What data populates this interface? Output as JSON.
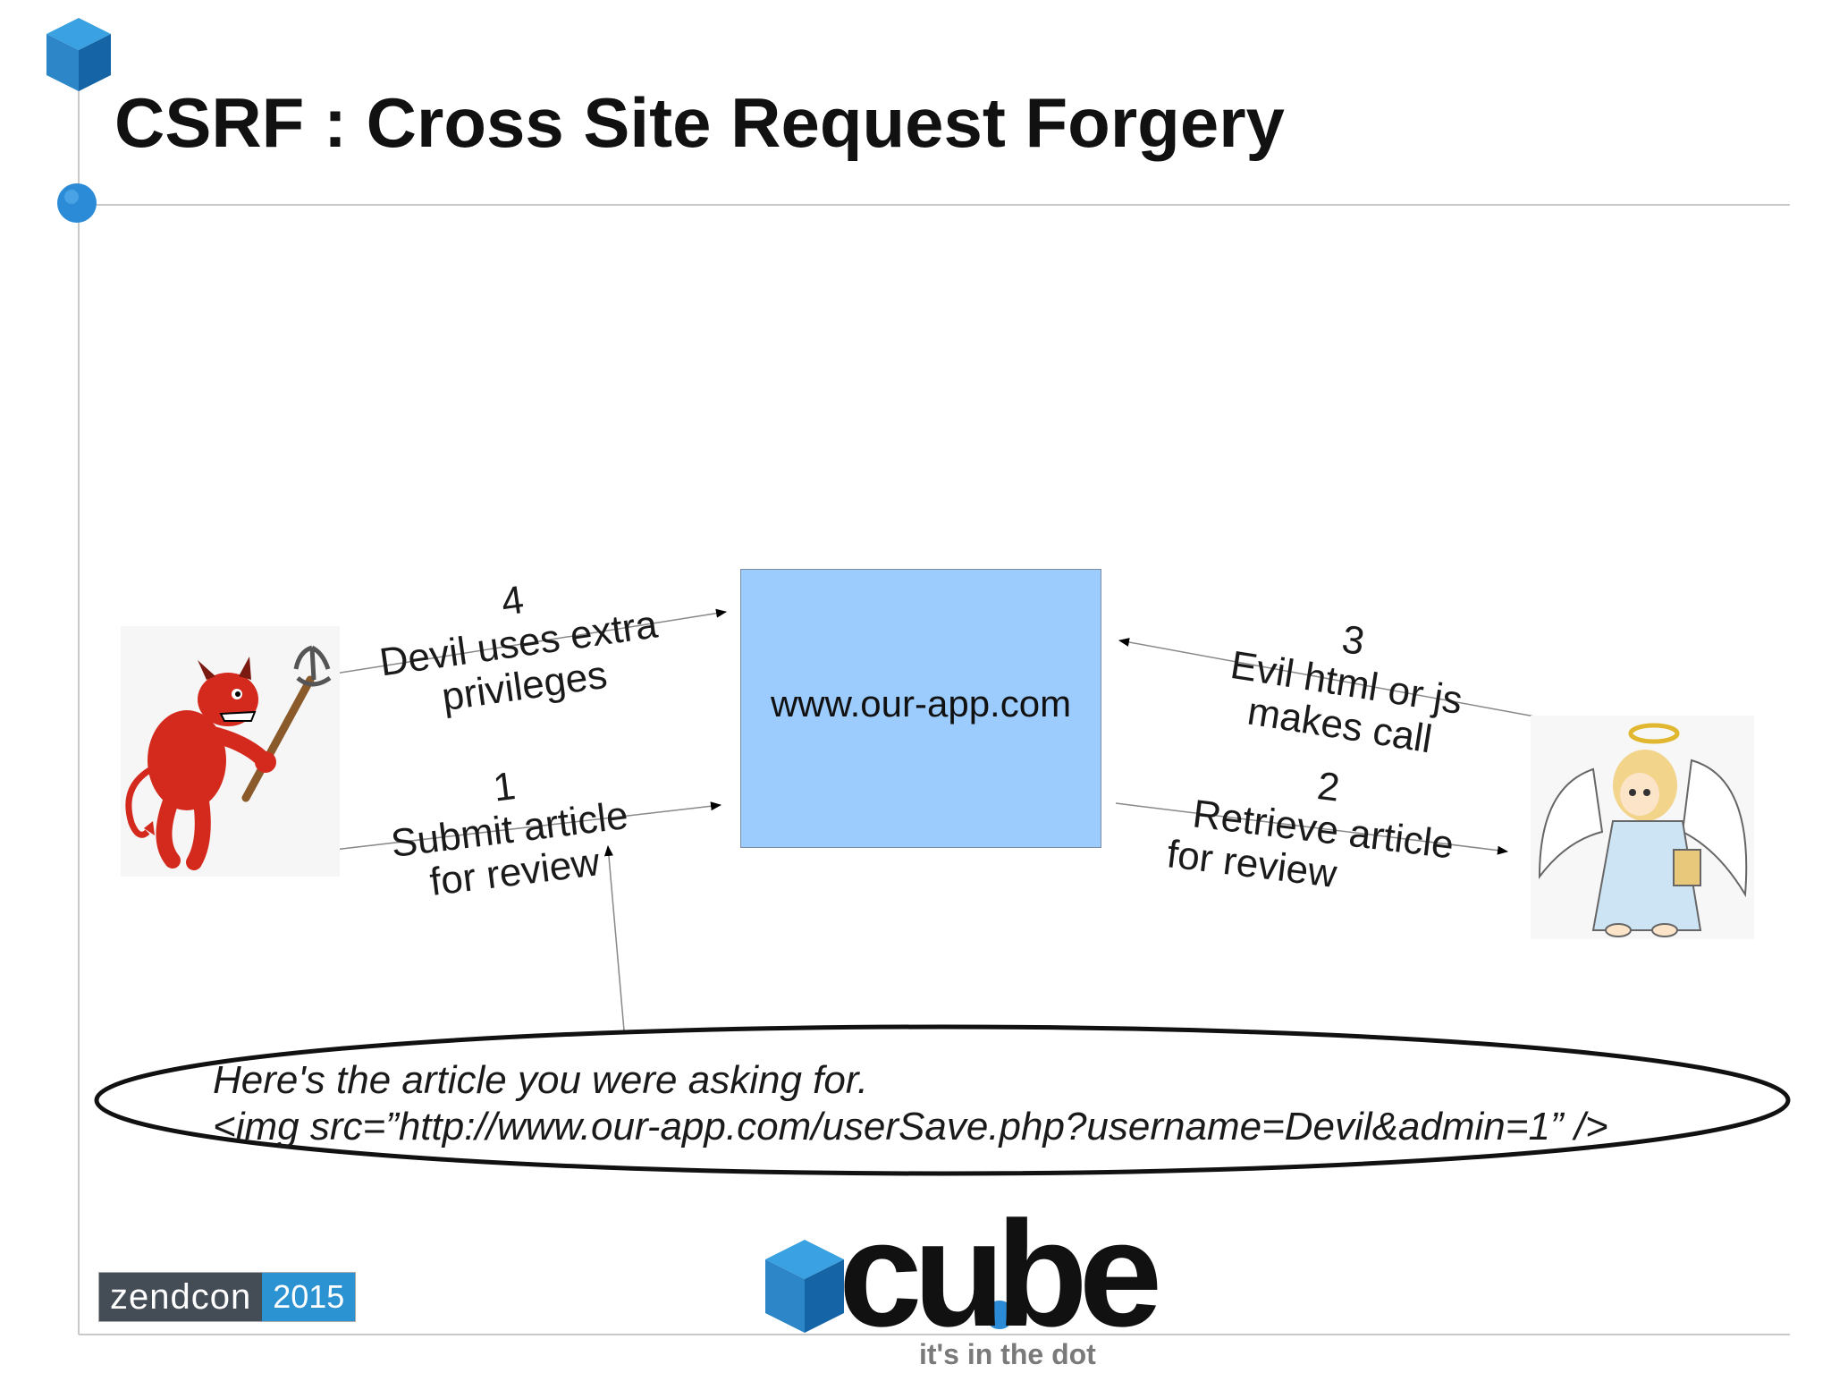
{
  "title": "CSRF : Cross Site Request Forgery",
  "server": {
    "label": "www.our-app.com"
  },
  "steps": [
    {
      "number": "4",
      "line1": "Devil uses extra",
      "line2": "privileges"
    },
    {
      "number": "1",
      "line1": "Submit article",
      "line2": "for review"
    },
    {
      "number": "3",
      "line1": "Evil html or js",
      "line2": "makes call"
    },
    {
      "number": "2",
      "line1": "Retrieve article",
      "line2": "for review"
    }
  ],
  "payload": {
    "line1": "Here's the article you were asking for.",
    "line2": "<img src=”http://www.our-app.com/userSave.php?username=Devil&admin=1” />"
  },
  "footer": {
    "event_name": "zendcon",
    "event_year": "2015",
    "logo_text": "cube",
    "tagline": "it's in the dot"
  },
  "colors": {
    "server_fill": "#9ccbfd",
    "accent_blue": "#2c93d2",
    "devil_red": "#d42a1e"
  },
  "icons": [
    "cube-logo-icon",
    "blue-dot-icon",
    "devil-icon",
    "angel-icon",
    "trident-icon"
  ]
}
